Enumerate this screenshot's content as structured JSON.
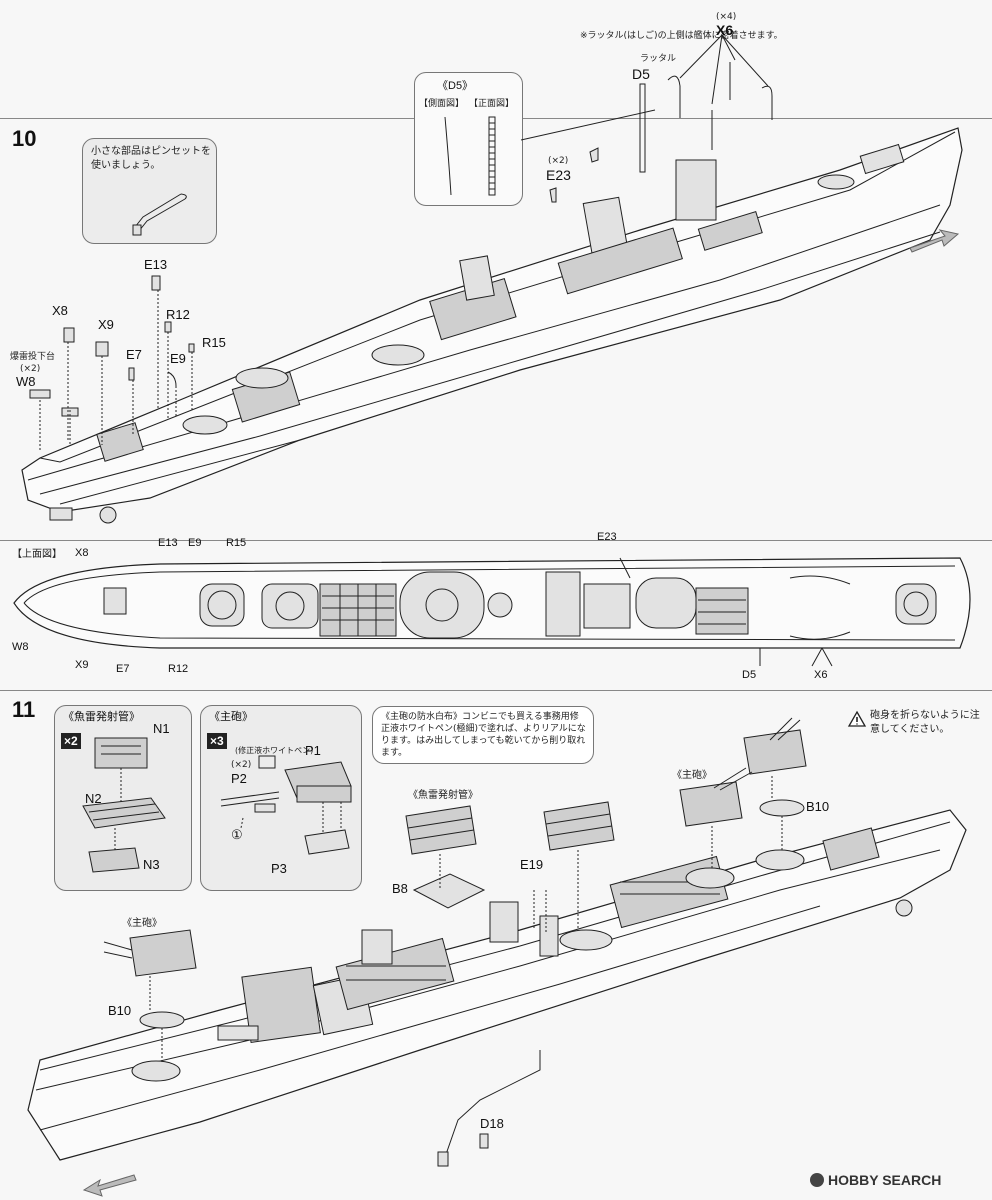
{
  "steps": {
    "s10": "10",
    "s11": "11"
  },
  "step10": {
    "tweezers_note": "小さな部品はピンセットを使いましょう。",
    "ladder_note": "※ラッタル(はしご)の上側は艦体に密着させます。",
    "ladder_label": "ラッタル",
    "x4": "(×4)",
    "x2a": "(×2)",
    "x2b": "(×2)",
    "d5_box_title": "《D5》",
    "side_view": "【側面図】",
    "front_view": "【正面図】",
    "depth_charge_label": "爆雷投下台",
    "parts": {
      "X6": "X6",
      "D5": "D5",
      "E23": "E23",
      "E13": "E13",
      "X8": "X8",
      "X9": "X9",
      "R12": "R12",
      "R15": "R15",
      "E7": "E7",
      "E9": "E9",
      "W8": "W8"
    },
    "top_view_title": "【上面図】",
    "top_parts": {
      "X8": "X8",
      "E13": "E13",
      "E9": "E9",
      "R15": "R15",
      "E23": "E23",
      "W8": "W8",
      "X9": "X9",
      "E7": "E7",
      "R12": "R12",
      "D5": "D5",
      "X6": "X6"
    }
  },
  "step11": {
    "torpedo_box_title": "《魚雷発射管》",
    "torpedo_mult": "×2",
    "gun_box_title": "《主砲》",
    "gun_mult": "×3",
    "paint_note": "(修正液ホワイトペン)",
    "x2": "(×2)",
    "circle1": "①",
    "parts": {
      "N1": "N1",
      "N2": "N2",
      "N3": "N3",
      "P1": "P1",
      "P2": "P2",
      "P3": "P3",
      "B8": "B8",
      "E19": "E19",
      "B10a": "B10",
      "B10b": "B10",
      "D18": "D18"
    },
    "canvas_note": "《主砲の防水白布》コンビニでも買える事務用修正液ホワイトペン(極細)で塗れば、よりリアルになります。はみ出してしまっても乾いてから削り取れます。",
    "caution": "砲身を折らないように注意してください。",
    "torpedo_label": "《魚雷発射管》",
    "gun_label_a": "《主砲》",
    "gun_label_b": "《主砲》"
  },
  "watermark": "HOBBY SEARCH"
}
